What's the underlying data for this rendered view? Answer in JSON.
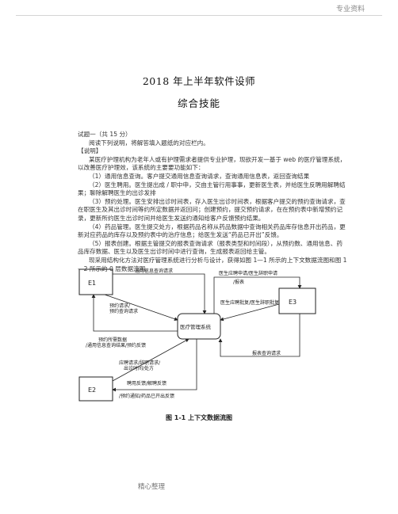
{
  "page": {
    "header": "专业资料",
    "footer": "精心整理"
  },
  "document": {
    "title": "2018 年上半年软件设师",
    "subtitle": "综合技能",
    "question": "试题一（共 15 分）",
    "instruction": "阅读下列说明，将解答填入题纸的对应栏内。",
    "section_label": "【说明】",
    "paragraphs": [
      "某医疗护理机构为老年人或有护理需求者提供专业护理，现欲开发一基于 web 的医疗管理系统，以改善医疗护理效，该系统的主要要功能如下：",
      "（1）通用信息查询。客户提交通用信息查询请求，查询通用信息表，返回查询结果",
      "（2）医生聘用。医生提出成 / 职中申，交由主管行用事事，更新医生表，并给医生反聘用解聘结果；聊除解聘医生的出诊发排",
      "（3）预约处理。医生安排出诊时间表，存入医生出诊时间表，根据客户提交的预约查询请求，查在职医生及其出诊时间等约所定数据并返回问；创建预约，提交预约请求，在在预约表中新增预约记录，更新所约医生出诊时间并给医生发送约通知给客户反馈预约结果。",
      "（4）药品管理。医生提交处方，根据药品名称从药品数据中查询相关药品库存信息开出药品，更新对应药品的库存以及预约表中的治疗信息；给医生发送“药品已开出”反馈。",
      "（5）报表创建。根据主管提交的报表查询请求（报表类型和时间段），从预约数、通用信息、药品库存数据、医生以及医生出诊时间中进行查询，生成报表返回给主管。",
      "现采用结构化方法对医疗管理系统进行分析与设计，获得如图 1—1 所示的上下文数据流图和图 1—2 所示的 0 层数据流图。"
    ]
  },
  "diagram": {
    "caption": "图 1-1  上下文数据流图",
    "center": "医疗管理系统",
    "entities": [
      "E1",
      "E2",
      "E3"
    ],
    "flows": [
      "通用信息查询请求",
      "预约请求/",
      "预约查询请求",
      "预约所需数据",
      "/通用信息查询结果/预约反馈",
      "应聘请求/辞职请求/",
      "出诊时间/处方",
      "聘用反馈/解聘反馈",
      "/预约通知/药品已开出反馈",
      "医生应聘申请/医生辞职申请",
      "/报表",
      "医生应聘批复/医生辞职批复",
      "报表查询请求"
    ]
  }
}
